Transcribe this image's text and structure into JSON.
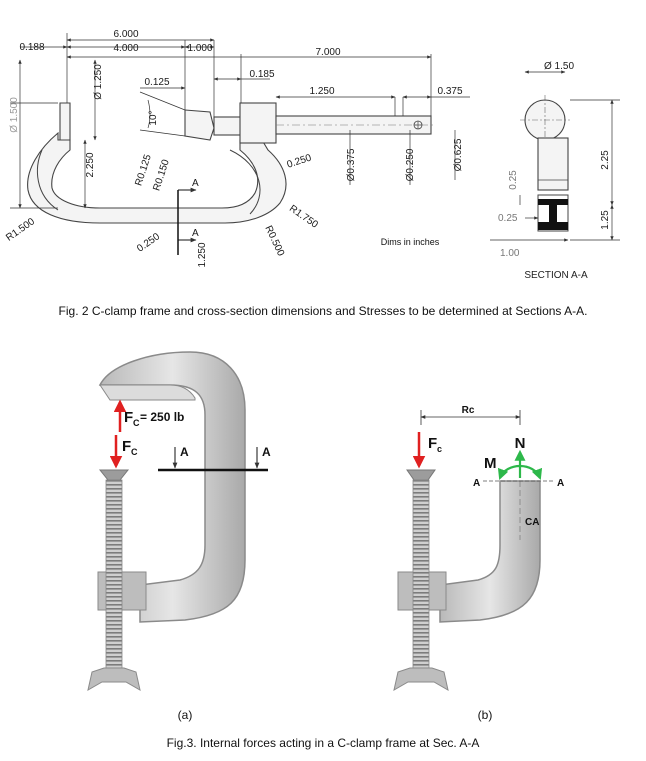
{
  "fig2": {
    "dims": {
      "d6000": "6.000",
      "d4000": "4.000",
      "d1000": "1.000",
      "d0188": "0.188",
      "d7000": "7.000",
      "d0185": "0.185",
      "d1250top": "1.250",
      "d0125": "0.125",
      "d0375h": "0.375",
      "dia1250": "Ø 1.250",
      "dia1500": "Ø 1.500",
      "d2250": "2.250",
      "d10deg": "10°",
      "r0125": "R0.125",
      "r0150": "R0.150",
      "d0250a": "0.250",
      "r1750": "R1.750",
      "dia0375": "Ø0.375",
      "dia0250": "Ø0.250",
      "dia0625": "Ø0.625",
      "r1500": "R1.500",
      "d0250b": "0.250",
      "d1250bot": "1.250",
      "r0500": "R0.500",
      "secA": "A",
      "units_note": "Dims in inches"
    },
    "section": {
      "dia150": "Ø 1.50",
      "d225": "2.25",
      "d125": "1.25",
      "d025v": "0.25",
      "d025h": "0.25",
      "d100": "1.00",
      "title": "SECTION A-A"
    },
    "caption": "Fig. 2 C-clamp frame and cross-section dimensions and Stresses to be determined at Sections A-A."
  },
  "fig3": {
    "panel_a": {
      "force_up": "= 250 lb",
      "fc": "F",
      "fc_sub": "C",
      "sec_a": "A",
      "label": "(a)"
    },
    "panel_b": {
      "rc": "Rc",
      "fc": "F",
      "fc_sub": "c",
      "n": "N",
      "m": "M",
      "a": "A",
      "ca": "CA",
      "label": "(b)"
    },
    "caption": "Fig.3. Internal forces acting in a C-clamp frame at Sec. A-A"
  },
  "colors": {
    "force_red": "#e02020",
    "internal_green": "#2db84a",
    "clamp_gray": "#c9c9c9",
    "clamp_edge": "#8a8a8a"
  }
}
